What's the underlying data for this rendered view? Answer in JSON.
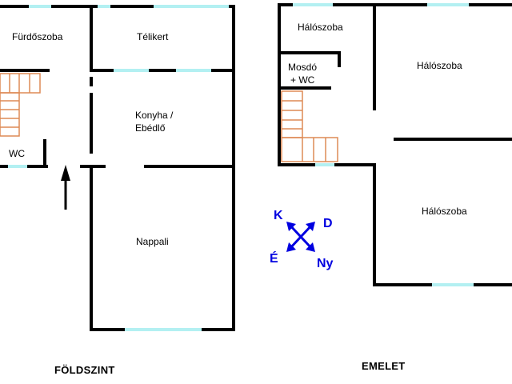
{
  "colors": {
    "wall": "#000000",
    "window": "#b3f0f2",
    "stair": "#dd8a55",
    "compass": "#0000e0",
    "background": "#ffffff"
  },
  "ground_floor": {
    "label": "FÖLDSZINT",
    "rooms": {
      "bathroom": "Fürdőszoba",
      "winter_garden": "Télikert",
      "kitchen_line1": "Konyha /",
      "kitchen_line2": "Ebédlő",
      "wc": "WC",
      "living_room": "Nappali"
    },
    "entrance_icon": "arrow-up-icon"
  },
  "upper_floor": {
    "label": "EMELET",
    "rooms": {
      "bedroom_small": "Hálószoba",
      "bedroom_top_right": "Hálószoba",
      "bedroom_right": "Hálószoba",
      "bath_line1": "Mosdó",
      "bath_line2": "+ WC"
    }
  },
  "compass": {
    "north": "É",
    "south": "D",
    "east": "K",
    "west": "Ny",
    "icon": "compass-cross-arrows-icon"
  }
}
